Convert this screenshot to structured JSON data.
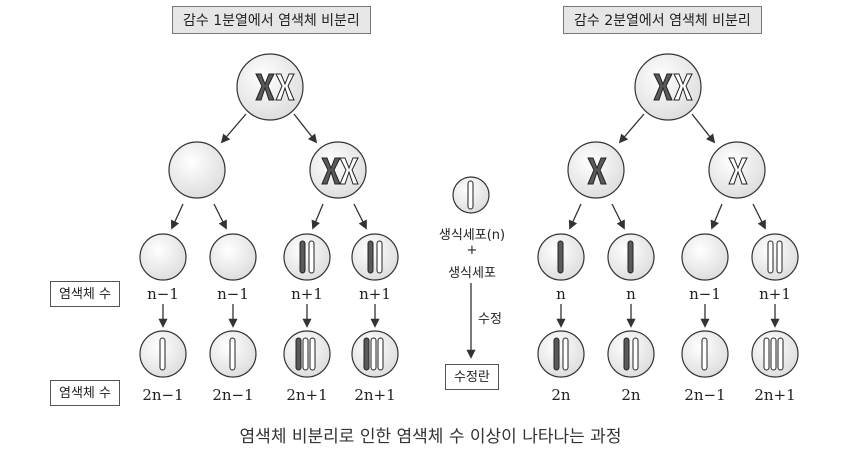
{
  "left_title": "감수 1분열에서 염색체 비분리",
  "right_title": "감수 2분열에서 염색체 비분리",
  "row_label_1": "염색체 수",
  "row_label_2": "염색체 수",
  "gamete_label": "생식세포(n)",
  "plus": "+",
  "gamete_label_2": "생식세포",
  "fertilization": "수정",
  "zygote": "수정란",
  "caption": "염색체 비분리로 인한 염색체 수 이상이 나타나는 과정",
  "left_counts_gamete": [
    "n−1",
    "n−1",
    "n+1",
    "n+1"
  ],
  "left_counts_zygote": [
    "2n−1",
    "2n−1",
    "2n+1",
    "2n+1"
  ],
  "right_counts_gamete": [
    "n",
    "n",
    "n−1",
    "n+1"
  ],
  "right_counts_zygote": [
    "2n",
    "2n",
    "2n−1",
    "2n+1"
  ],
  "colors": {
    "cell": "#e8e8e8",
    "dark": "#5a5a5a",
    "light": "#ffffff",
    "stroke": "#333333"
  }
}
